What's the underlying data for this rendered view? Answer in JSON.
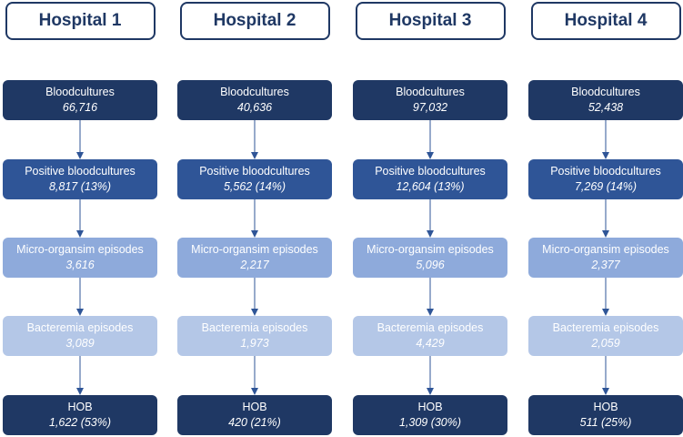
{
  "hospitals": [
    {
      "name": "Hospital 1",
      "steps": [
        {
          "label": "Bloodcultures",
          "value": "66,716"
        },
        {
          "label": "Positive bloodcultures",
          "value": "8,817 (13%)"
        },
        {
          "label": "Micro-organsim episodes",
          "value": "3,616"
        },
        {
          "label": "Bacteremia episodes",
          "value": "3,089"
        },
        {
          "label": "HOB",
          "value": "1,622 (53%)"
        }
      ]
    },
    {
      "name": "Hospital 2",
      "steps": [
        {
          "label": "Bloodcultures",
          "value": "40,636"
        },
        {
          "label": "Positive bloodcultures",
          "value": "5,562 (14%)"
        },
        {
          "label": "Micro-organsim episodes",
          "value": "2,217"
        },
        {
          "label": "Bacteremia episodes",
          "value": "1,973"
        },
        {
          "label": "HOB",
          "value": "420 (21%)"
        }
      ]
    },
    {
      "name": "Hospital 3",
      "steps": [
        {
          "label": "Bloodcultures",
          "value": "97,032"
        },
        {
          "label": "Positive bloodcultures",
          "value": "12,604 (13%)"
        },
        {
          "label": "Micro-organsim episodes",
          "value": "5,096"
        },
        {
          "label": "Bacteremia episodes",
          "value": "4,429"
        },
        {
          "label": "HOB",
          "value": "1,309 (30%)"
        }
      ]
    },
    {
      "name": "Hospital 4",
      "steps": [
        {
          "label": "Bloodcultures",
          "value": "52,438"
        },
        {
          "label": "Positive bloodcultures",
          "value": "7,269 (14%)"
        },
        {
          "label": "Micro-organsim episodes",
          "value": "2,377"
        },
        {
          "label": "Bacteremia episodes",
          "value": "2,059"
        },
        {
          "label": "HOB",
          "value": "511 (25%)"
        }
      ]
    }
  ],
  "colors": {
    "header_border": "#1f3864",
    "step_levels": [
      "#1f3864",
      "#2f5597",
      "#8eaadb",
      "#b4c7e7",
      "#1f3864"
    ],
    "arrow": "#2f5597"
  }
}
